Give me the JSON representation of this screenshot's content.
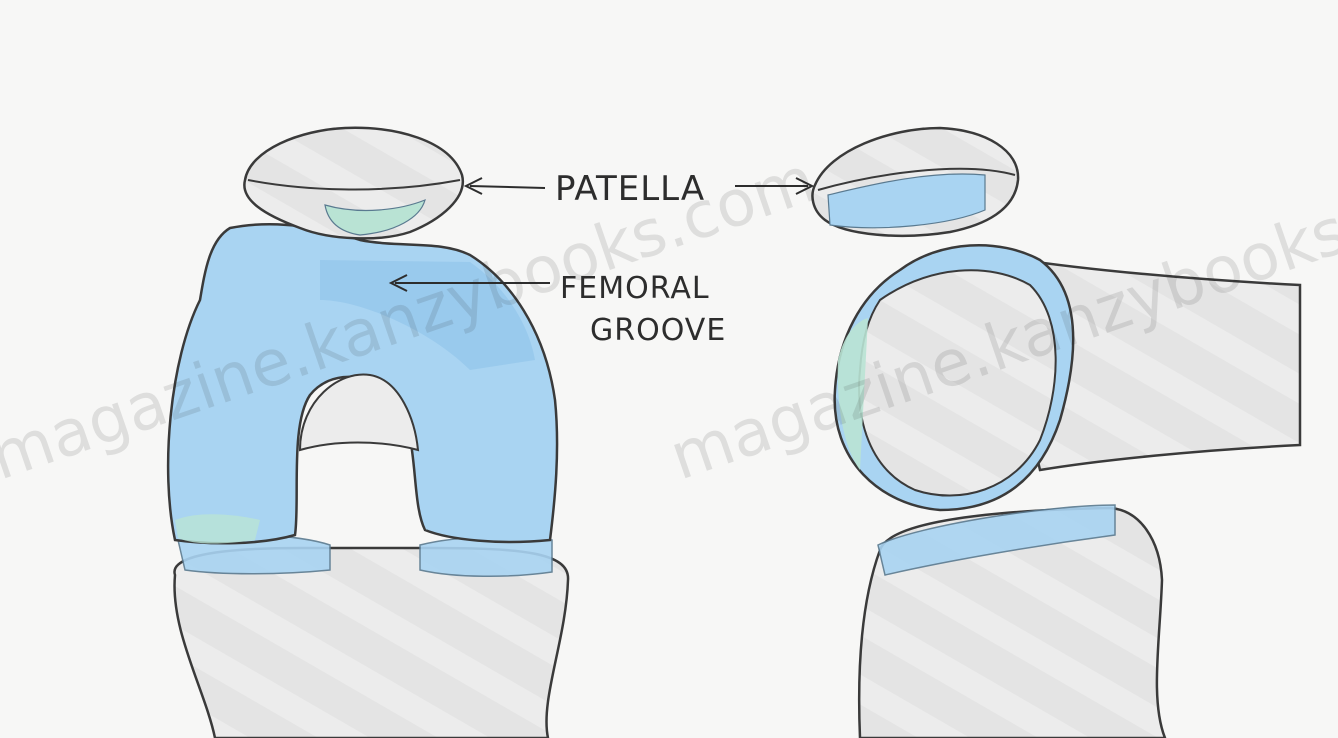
{
  "labels": {
    "patella": "PATELLA",
    "femoral_groove_line1": "FEMORAL",
    "femoral_groove_line2": "GROOVE"
  },
  "watermark": "magazine.kanzybooks.com",
  "credit": "",
  "colors": {
    "background": "#f7f7f6",
    "bone": "#e4e4e4",
    "outline": "#3a3a3a",
    "cartilage": "#a9d4f2",
    "cartilage_dark": "#8fc3ea",
    "cartilage_green": "#b9e3d4"
  }
}
